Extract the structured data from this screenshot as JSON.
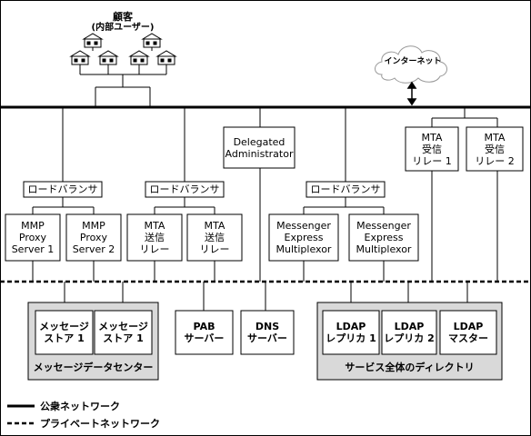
{
  "customer": {
    "title": "顧客",
    "subtitle": "(内部ユーザー)"
  },
  "internet": "インターネット",
  "load_balancer": "ロードバランサ",
  "delegated_admin": "Delegated\nAdministrator",
  "mta_inbound_1": "MTA\n受信\nリレー 1",
  "mta_inbound_2": "MTA\n受信\nリレー 2",
  "mmp_proxy_1": "MMP\nProxy\nServer 1",
  "mmp_proxy_2": "MMP\nProxy\nServer 2",
  "mta_outbound": "MTA\n送信\nリレー",
  "messenger_express": "Messenger\nExpress\nMultiplexor",
  "message_store_1": "メッセージ\nストア 1",
  "message_store_2": "メッセージ\nストア 1",
  "message_data_center": "メッセージデータセンター",
  "pab_server": "PAB\nサーバー",
  "dns_server": "DNS\nサーバー",
  "ldap_replica_1": "LDAP\nレプリカ 1",
  "ldap_replica_2": "LDAP\nレプリカ 2",
  "ldap_master": "LDAP\nマスター",
  "service_directory": "サービス全体のディレクトリ",
  "legend": {
    "public_network": "公衆ネットワーク",
    "private_network": "プライベートネットワーク"
  },
  "colors": {
    "group_fill": "#d9d9d9",
    "line": "#000000",
    "box_fill": "#ffffff"
  }
}
